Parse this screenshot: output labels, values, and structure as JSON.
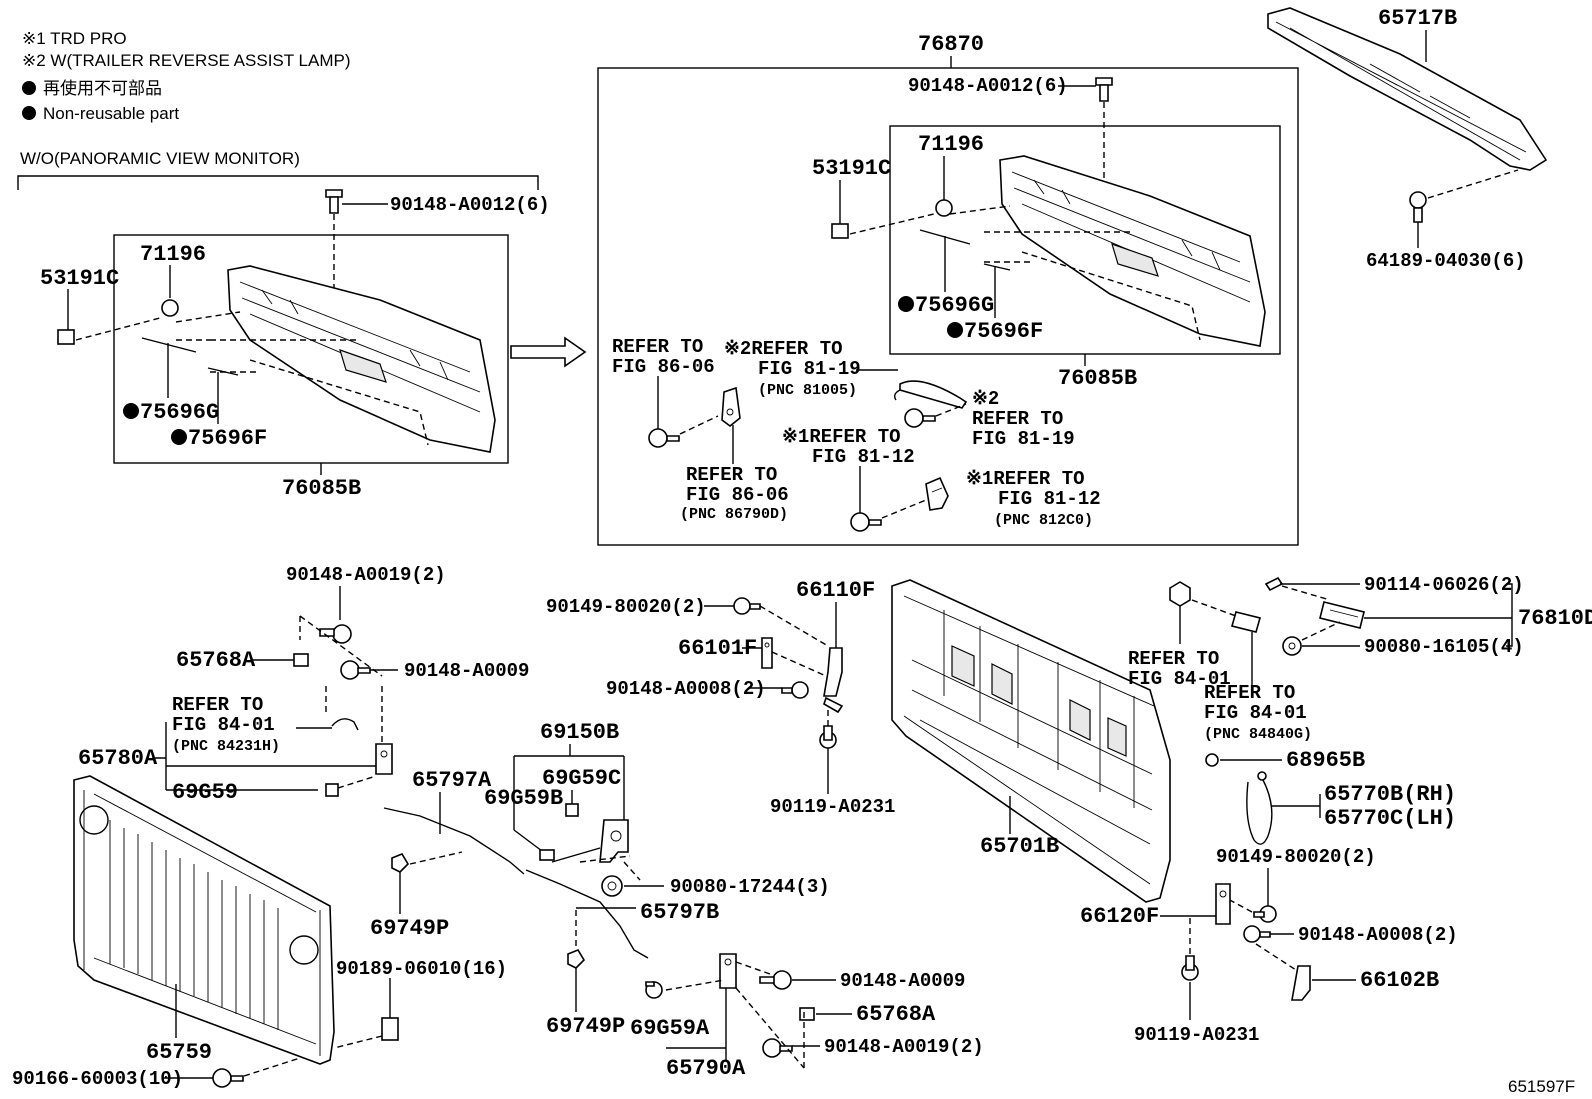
{
  "legend": {
    "note1": "※1 TRD PRO",
    "note2": "※2 W(TRAILER REVERSE ASSIST LAMP)",
    "nonreuse_jp": "再使用不可部品",
    "nonreuse_en": "Non-reusable part"
  },
  "section_wo": "W/O(PANORAMIC VIEW MONITOR)",
  "callouts": {
    "c76870": "76870",
    "c65717B": "65717B",
    "c64189": "64189-04030(6)",
    "c90148_a0012_r": "90148-A0012(6)",
    "c90148_a0012_l": "90148-A0012(6)",
    "c71196_l": "71196",
    "c71196_r": "71196",
    "c53191C_l": "53191C",
    "c53191C_r": "53191C",
    "c75696G_l": "75696G",
    "c75696F_l": "75696F",
    "c75696G_r": "75696G",
    "c75696F_r": "75696F",
    "c76085B_l": "76085B",
    "c76085B_r": "76085B",
    "ref_86_06_a1": "REFER TO",
    "ref_86_06_a2": "FIG 86-06",
    "ref_86_06_b1": "REFER TO",
    "ref_86_06_b2": "FIG 86-06",
    "ref_86_06_b3": "(PNC 86790D)",
    "ref_81_19_a1": "※2REFER TO",
    "ref_81_19_a2": "FIG 81-19",
    "ref_81_19_a3": "(PNC 81005)",
    "ref_81_19_b0": "※2",
    "ref_81_19_b1": "REFER TO",
    "ref_81_19_b2": "FIG 81-19",
    "ref_81_12_a1": "※1REFER TO",
    "ref_81_12_a2": "FIG 81-12",
    "ref_81_12_b1": "※1REFER TO",
    "ref_81_12_b2": "FIG 81-12",
    "ref_81_12_b3": "(PNC 812C0)",
    "c90148_a0019_t": "90148-A0019(2)",
    "c65768A_t": "65768A",
    "c90148_a0009_t": "90148-A0009",
    "ref_84_01_a1": "REFER TO",
    "ref_84_01_a2": "FIG 84-01",
    "ref_84_01_a3": "(PNC 84231H)",
    "c65780A": "65780A",
    "c69G59": "69G59",
    "c65797A": "65797A",
    "c69749P_l": "69749P",
    "c90189": "90189-06010(16)",
    "c65759": "65759",
    "c90166": "90166-60003(10)",
    "c90149_80020_l": "90149-80020(2)",
    "c66110F": "66110F",
    "c66101F": "66101F",
    "c90148_a0008_l": "90148-A0008(2)",
    "c90119_a0231_l": "90119-A0231",
    "c69150B": "69150B",
    "c69G59C": "69G59C",
    "c69G59B": "69G59B",
    "c90080_17244": "90080-17244(3)",
    "c65797B": "65797B",
    "c69749P_r": "69749P",
    "c90148_a0009_b": "90148-A0009",
    "c65768A_b": "65768A",
    "c90148_a0019_b": "90148-A0019(2)",
    "c69G59A": "69G59A",
    "c65790A": "65790A",
    "c65701B": "65701B",
    "ref_84_01_b1": "REFER TO",
    "ref_84_01_b2": "FIG 84-01",
    "ref_84_01_c1": "REFER TO",
    "ref_84_01_c2": "FIG 84-01",
    "ref_84_01_c3": "(PNC 84840G)",
    "c90114": "90114-06026(2)",
    "c76810D": "76810D",
    "c90080_16105": "90080-16105(4)",
    "c68965B": "68965B",
    "c65770B": "65770B(RH)",
    "c65770C": "65770C(LH)",
    "c90149_80020_r": "90149-80020(2)",
    "c66120F": "66120F",
    "c90148_a0008_r": "90148-A0008(2)",
    "c66102B": "66102B",
    "c90119_a0231_r": "90119-A0231",
    "figure_id": "651597F"
  }
}
